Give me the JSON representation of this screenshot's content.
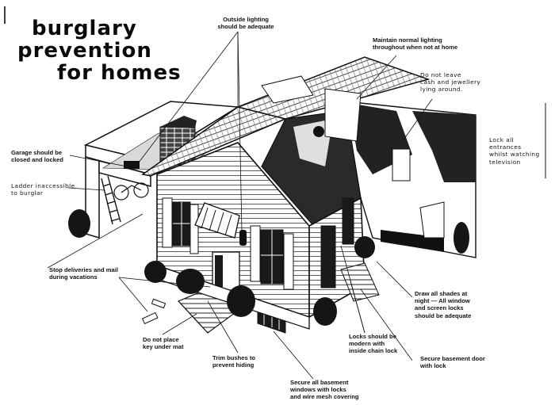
{
  "title": {
    "line1": "burglary",
    "line2": "prevention",
    "line3": "for homes"
  },
  "captions": {
    "outside_lighting": "Outside lighting\nshould be adequate",
    "normal_lighting": "Maintain normal lighting\nthroughout when not at home",
    "cash_jewellery": "Do not leave\ncash and jewellery\nlying around.",
    "lock_entrances": "Lock all\nentrances\nwhilst watching\ntelevision",
    "garage": "Garage should be\nclosed and locked",
    "ladder": "Ladder inaccessible\nto burglar",
    "deliveries": "Stop deliveries and mail\nduring vacations",
    "key": "Do not place\nkey under mat",
    "bushes": "Trim bushes to\nprevent hiding",
    "basement_windows": "Secure all basement\nwindows with locks\nand wire mesh covering",
    "locks": "Locks should be\nmodern with\ninside chain lock",
    "basement_door": "Secure basement door\nwith lock",
    "shades": "Draw all shades at\nnight — All window\nand screen locks\nshould be adequate"
  },
  "colors": {
    "ink": "#111111",
    "paper": "#ffffff",
    "shade": "#2a2a2a"
  }
}
